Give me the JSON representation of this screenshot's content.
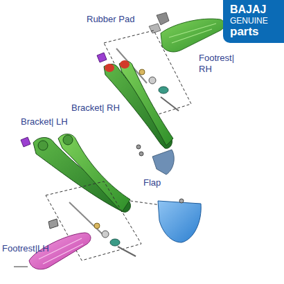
{
  "diagram": {
    "nodes": [
      {
        "text": [
          "BAJAJ",
          "GENUINE",
          "parts"
        ]
      }
    ],
    "labels": [
      "Rubber Pad",
      "Footrest| RH",
      "Bracket| RH",
      "Bracket| LH",
      "Flap",
      "Footrest|LH"
    ]
  }
}
